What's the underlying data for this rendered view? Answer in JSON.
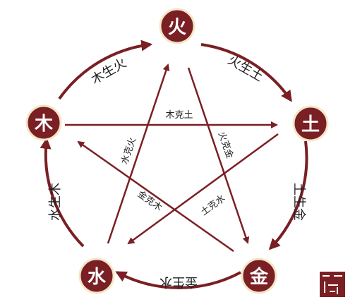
{
  "colors": {
    "accent": "#7a1f24",
    "node_fill": "#7a1f24",
    "node_border": "#f3e6c6",
    "node_text": "#ffffff",
    "label_text": "#222222"
  },
  "nodes": {
    "fire": "火",
    "earth": "土",
    "metal": "金",
    "water": "水",
    "wood": "木"
  },
  "generating": {
    "wood_fire": "木生火",
    "fire_earth": "火生土",
    "earth_metal": "土生金",
    "metal_water": "金生水",
    "water_wood": "水生木"
  },
  "controlling": {
    "wood_earth": "木克土",
    "fire_metal": "火克金",
    "earth_water": "土克水",
    "metal_wood": "金克木",
    "water_fire": "水克火"
  }
}
